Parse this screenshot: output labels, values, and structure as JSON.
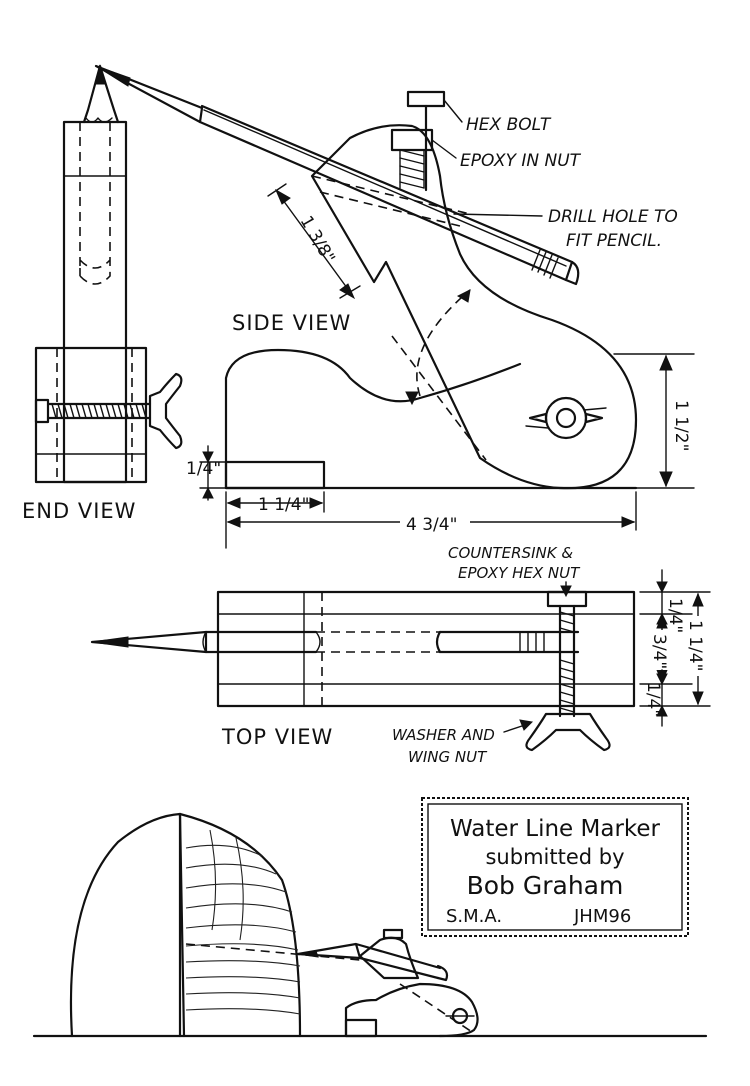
{
  "views": {
    "end": "END VIEW",
    "side": "SIDE VIEW",
    "top": "TOP VIEW"
  },
  "callouts": {
    "hex_bolt": "HEX BOLT",
    "epoxy_in_nut": "EPOXY IN NUT",
    "drill_hole_line1": "DRILL HOLE TO",
    "drill_hole_line2": "FIT PENCIL.",
    "countersink_line1": "COUNTERSINK &",
    "countersink_line2": "EPOXY HEX NUT",
    "washer_line1": "WASHER AND",
    "washer_line2": "WING NUT"
  },
  "dimensions": {
    "slot": "1 3/8\"",
    "height": "1 1/2\"",
    "base_thickness": "1/4\"",
    "base_step": "1 1/4\"",
    "overall_length": "4 3/4\"",
    "top_width": "3/4\"",
    "top_overall": "1 1/4\"",
    "top_edge_upper": "1/4\"",
    "top_edge_lower": "1/4\""
  },
  "title_block": {
    "line1": "Water Line Marker",
    "line2": "submitted by",
    "line3": "Bob Graham",
    "line4_left": "S.M.A.",
    "line4_right": "JHM96"
  }
}
